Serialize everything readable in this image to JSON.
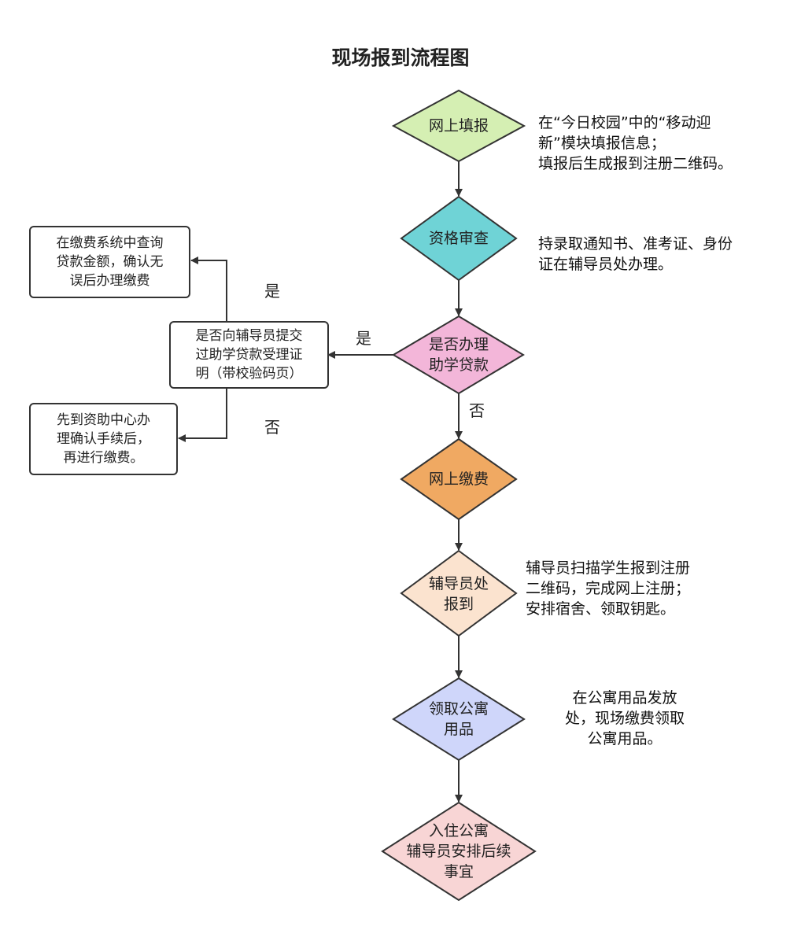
{
  "title": "现场报到流程图",
  "nodes": {
    "n1": {
      "label": "网上填报",
      "color": "#d5efb3"
    },
    "n2": {
      "label": "资格审查",
      "color": "#6fd3d6"
    },
    "n3": {
      "label": "是否办理\n助学贷款",
      "color": "#f3b6d9"
    },
    "n4": {
      "label": "网上缴费",
      "color": "#f0a962"
    },
    "n5": {
      "label": "辅导员处\n报到",
      "color": "#fbe3cf"
    },
    "n6": {
      "label": "领取公寓\n用品",
      "color": "#cfd6fa"
    },
    "n7": {
      "label": "入住公寓\n辅导员安排后续\n事宜",
      "color": "#f8d5d5"
    }
  },
  "notes": {
    "n1": "在“今日校园”中的“移动迎\n新”模块填报信息；\n填报后生成报到注册二维码。",
    "n2": "持录取通知书、准考证、身份\n证在辅导员处办理。",
    "n5": "辅导员扫描学生报到注册\n二维码，完成网上注册；\n安排宿舍、领取钥匙。",
    "n6": "在公寓用品发放\n处，现场缴费领取\n公寓用品。"
  },
  "boxes": {
    "check": "是否向辅导员提交\n过助学贷款受理证\n明（带校验码页）",
    "yes_box": "在缴费系统中查询\n贷款金额，确认无\n误后办理缴费",
    "no_box": "先到资助中心办\n理确认手续后，\n再进行缴费。"
  },
  "edge_labels": {
    "yes1": "是",
    "yes2": "是",
    "no1": "否",
    "no2": "否"
  }
}
